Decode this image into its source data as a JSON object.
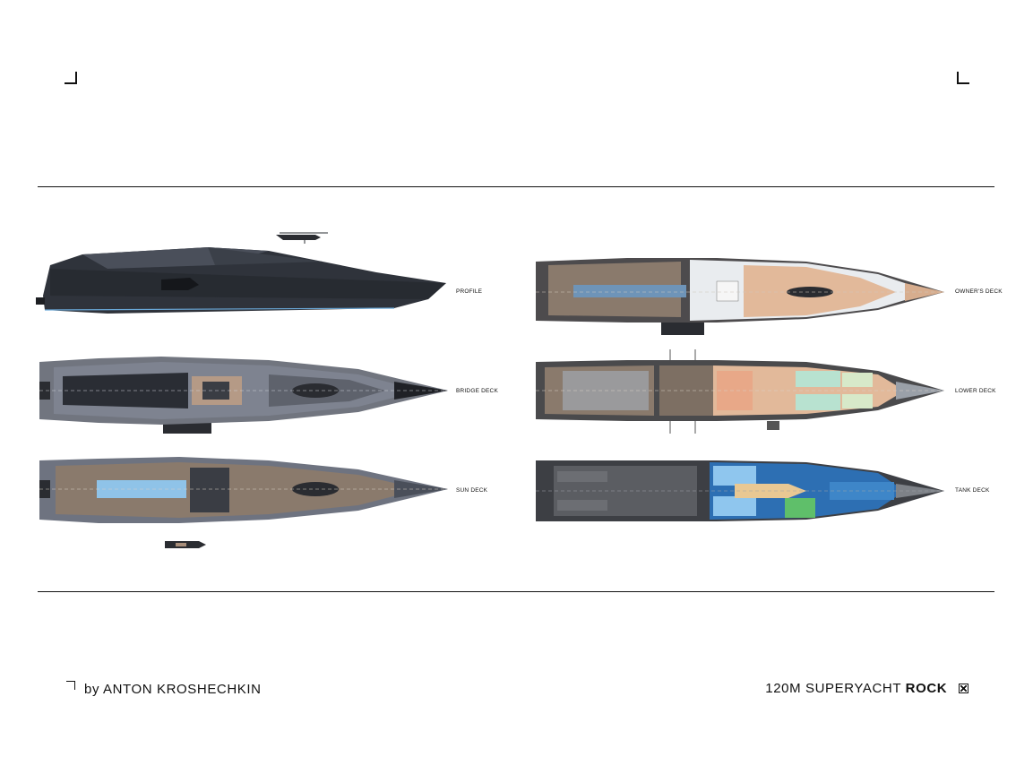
{
  "decks": {
    "profile": "PROFILE",
    "bridge": "BRIDGE DECK",
    "sun": "SUN DECK",
    "owners": "OWNER'S DECK",
    "lower": "LOWER DECK",
    "tank": "TANK DECK"
  },
  "footer": {
    "author": "by  ANTON  KROSHECHKIN",
    "project": "120M  SUPERYACHT",
    "name": "ROCK"
  },
  "colors": {
    "hull_dark": "#2c2f36",
    "hull_grey": "#6e7380",
    "teak": "#8a7a6c",
    "interior": "#e2b99a",
    "pool": "#8fc3e8",
    "tank_blue": "#2d6fb3",
    "tank_green": "#5fbf6a"
  }
}
